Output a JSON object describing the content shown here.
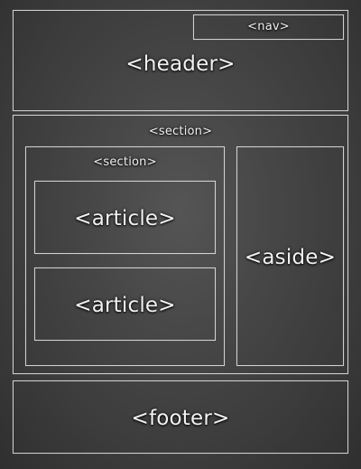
{
  "diagram": {
    "header_label": "<header>",
    "nav_label": "<nav>",
    "section_outer_label": "<section>",
    "section_inner_label": "<section>",
    "article_1_label": "<article>",
    "article_2_label": "<article>",
    "aside_label": "<aside>",
    "footer_label": "<footer>"
  }
}
